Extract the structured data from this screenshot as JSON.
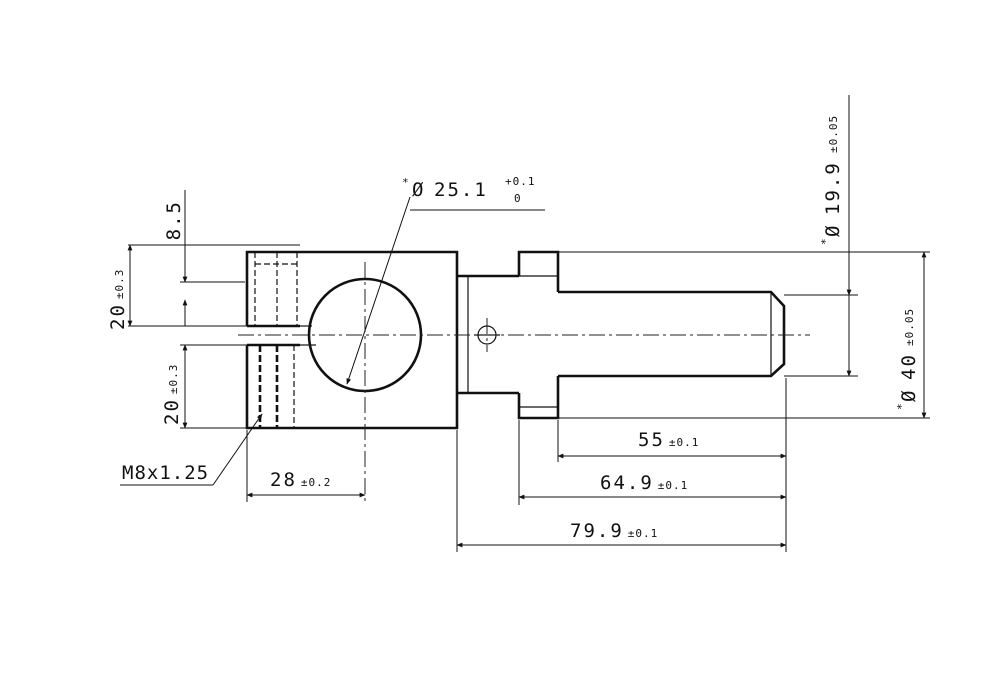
{
  "dimensions": {
    "slot_height": {
      "value": "8.5"
    },
    "upper_half": {
      "value": "20",
      "tol": "±0.3"
    },
    "lower_half": {
      "value": "20",
      "tol": "±0.3"
    },
    "thread": {
      "value": "M8x1.25"
    },
    "bore_position": {
      "value": "28",
      "tol": "±0.2"
    },
    "bore_diameter": {
      "prefix": "*",
      "symbol": "Ø",
      "value": "25.1",
      "tol_upper": "+0.1",
      "tol_lower": "0"
    },
    "pin_diameter": {
      "prefix": "*",
      "symbol": "Ø",
      "value": "19.9",
      "tol": "±0.05"
    },
    "flange_diameter": {
      "prefix": "*",
      "symbol": "Ø",
      "value": "40",
      "tol": "±0.05"
    },
    "pin_length": {
      "value": "55",
      "tol": "±0.1"
    },
    "flange_to_end": {
      "value": "64.9",
      "tol": "±0.1"
    },
    "overall_length": {
      "value": "79.9",
      "tol": "±0.1"
    }
  }
}
